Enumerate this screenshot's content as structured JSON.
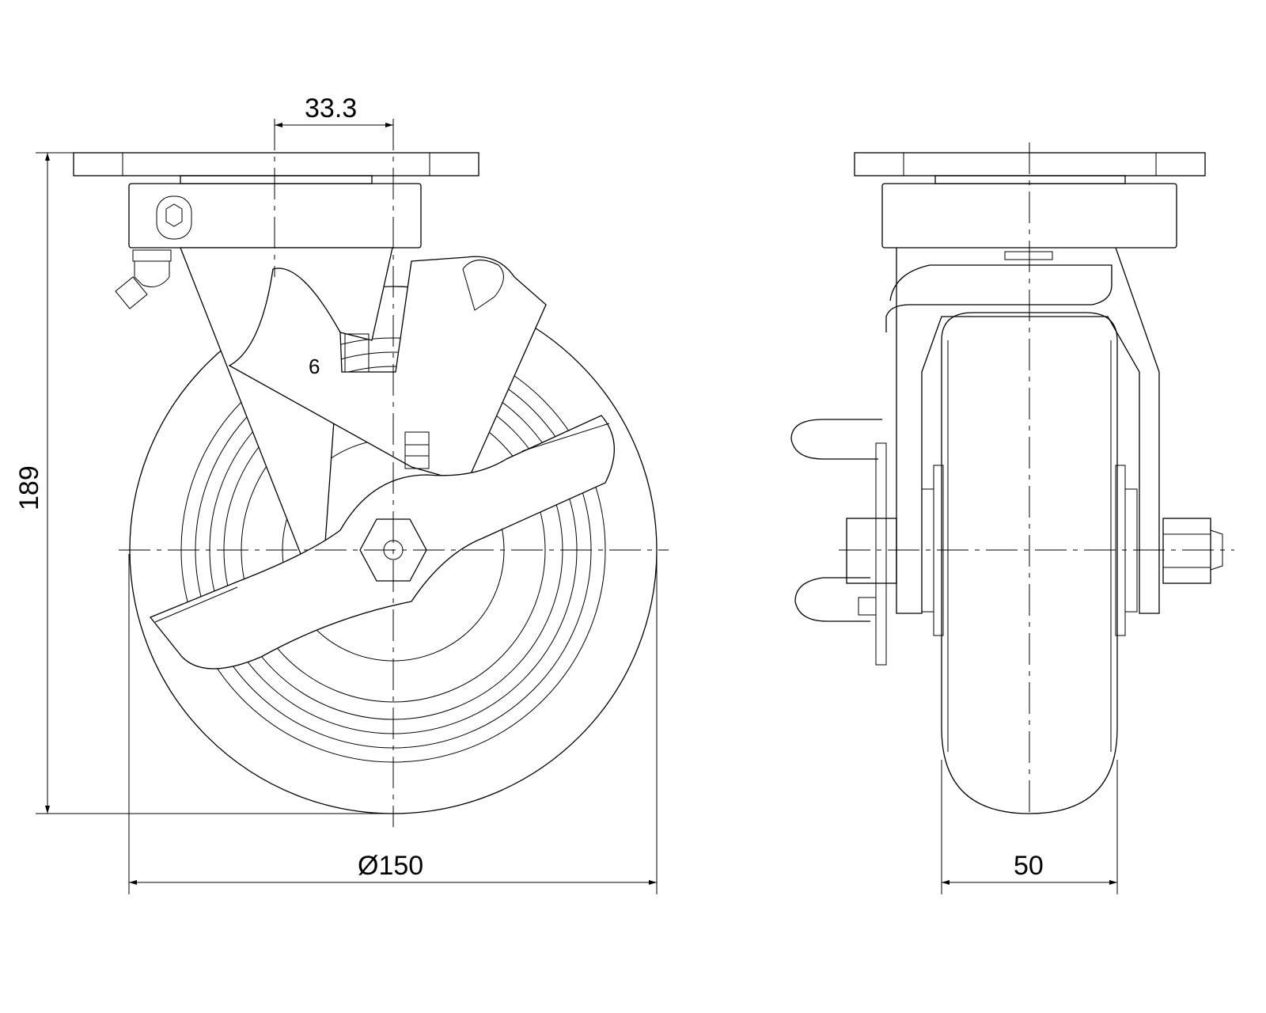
{
  "drawing": {
    "title": "Swivel castor with brake – technical drawing",
    "dimensions": {
      "offset": "33.3",
      "height": "189",
      "wheel_diameter": "Ø150",
      "wheel_width": "50"
    },
    "part_marking": "6"
  }
}
